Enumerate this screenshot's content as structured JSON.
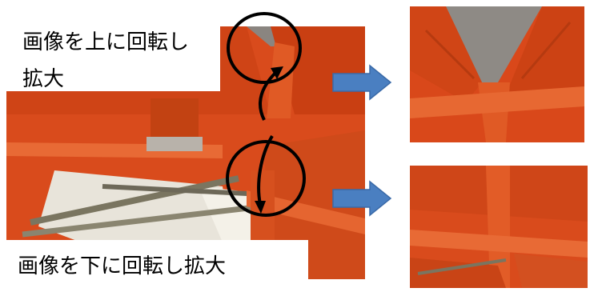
{
  "labels": {
    "rotate_up_line1": "画像を上に回転し",
    "rotate_up_line2": "拡大",
    "rotate_down": "画像を下に回転し拡大"
  },
  "colors": {
    "steel_orange": "#d94b1c",
    "arrow_blue": "#4a7fc1",
    "marker_black": "#000000"
  },
  "icons": {
    "right_arrow": "right-arrow-icon",
    "circle_marker": "circle-marker-icon",
    "curved_arrow": "curved-arrow-icon"
  }
}
